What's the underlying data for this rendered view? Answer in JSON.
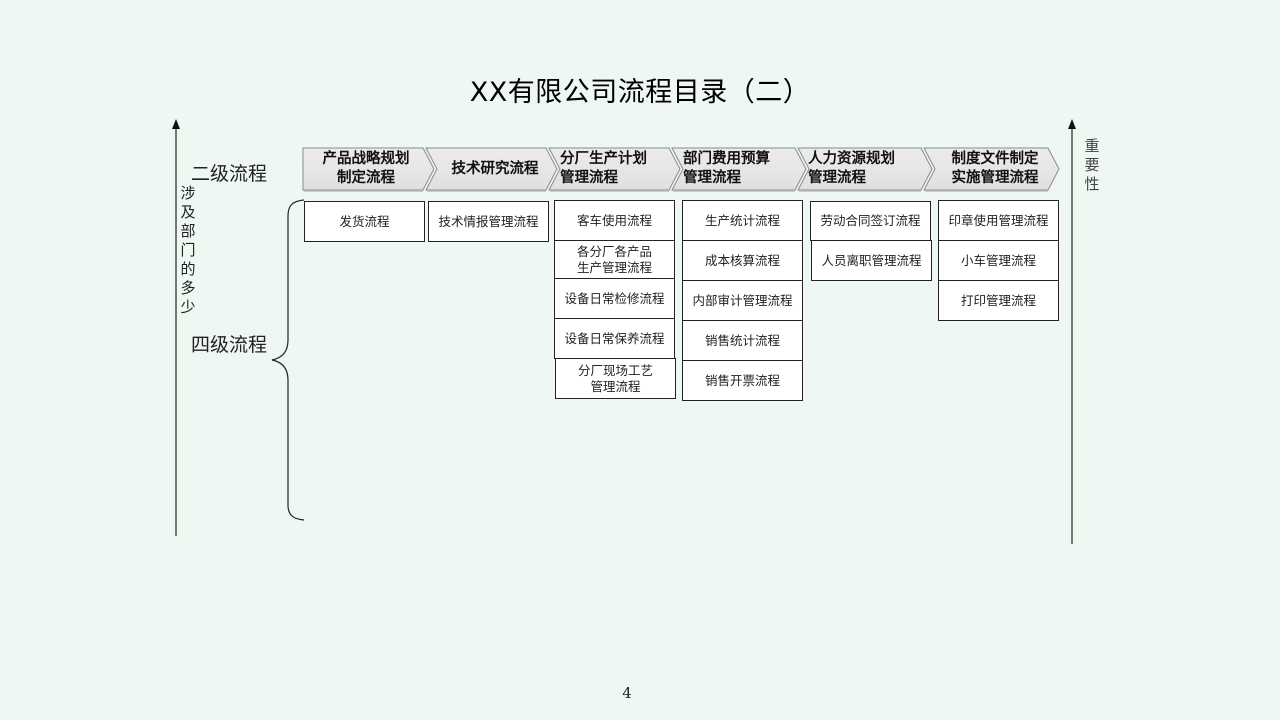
{
  "title": "XX有限公司流程目录（二）",
  "left_axis": {
    "label_level2": "二级流程",
    "label_level4": "四级流程",
    "vertical_label": [
      "涉",
      "及",
      "部",
      "门",
      "的",
      "多",
      "少"
    ]
  },
  "right_axis": {
    "vertical_label": [
      "重",
      "要",
      "性"
    ]
  },
  "level2_processes": [
    {
      "label": "产品战略规划\n制定流程"
    },
    {
      "label": "技术研究流程"
    },
    {
      "label": "分厂生产计划\n管理流程"
    },
    {
      "label": "部门费用预算\n管理流程"
    },
    {
      "label": "人力资源规划\n管理流程"
    },
    {
      "label": "制度文件制定\n实施管理流程"
    }
  ],
  "level4_columns": [
    {
      "items": [
        "发货流程"
      ]
    },
    {
      "items": [
        "技术情报管理流程"
      ]
    },
    {
      "items": [
        "客车使用流程",
        "各分厂各产品\n生产管理流程",
        "设备日常检修流程",
        "设备日常保养流程",
        "分厂现场工艺\n管理流程"
      ]
    },
    {
      "items": [
        "生产统计流程",
        "成本核算流程",
        "内部审计管理流程",
        "销售统计流程",
        "销售开票流程"
      ]
    },
    {
      "items": [
        "劳动合同签订流程",
        "人员离职管理流程"
      ]
    },
    {
      "items": [
        "印章使用管理流程",
        "小车管理流程",
        "打印管理流程"
      ]
    }
  ],
  "page_number": "4",
  "colors": {
    "background": "#eef7f1",
    "chevron_fill": "#e6e6e6",
    "chevron_stroke": "#8a8a8a",
    "axis": "#6e7a72"
  }
}
